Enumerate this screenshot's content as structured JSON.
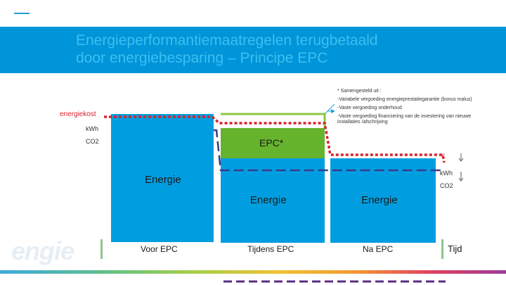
{
  "title": {
    "line1": "Energieperformantiemaatregelen terugbetaald",
    "line2": "door energiebesparing – Principe EPC"
  },
  "left_labels": {
    "energiekost": "energiekost",
    "kwh": "kWh",
    "co2": "CO2"
  },
  "right_labels": {
    "euro": "€",
    "kwh": "kWh",
    "co2": "CO2"
  },
  "epc_block_label": "EPC*",
  "bar_labels": {
    "voor": "Energie",
    "tijdens": "Energie",
    "na": "Energie"
  },
  "x_labels": {
    "voor": "Voor EPC",
    "tijdens": "Tijdens EPC",
    "na": "Na EPC",
    "tijd": "Tijd"
  },
  "note": {
    "heading": "* Samengesteld uit :",
    "item1": "-Variabele vergoeding energieprestatiegarantie (bonus malus)",
    "item2": "-Vaste vergoeding onderhoud",
    "item3a": "-Vaste vergoeding financiering van de investering van nieuwe",
    "item3b": "installaties /afschrijving"
  },
  "logo": "engie",
  "colors": {
    "title_band": "#0094d9",
    "bar": "#009ee0",
    "epc_block": "#66b32e",
    "cost_line": "#d9232d",
    "reference_line": "#8cc63f",
    "savings_line": "#3a3a8c",
    "label_red": "#d9232d"
  }
}
